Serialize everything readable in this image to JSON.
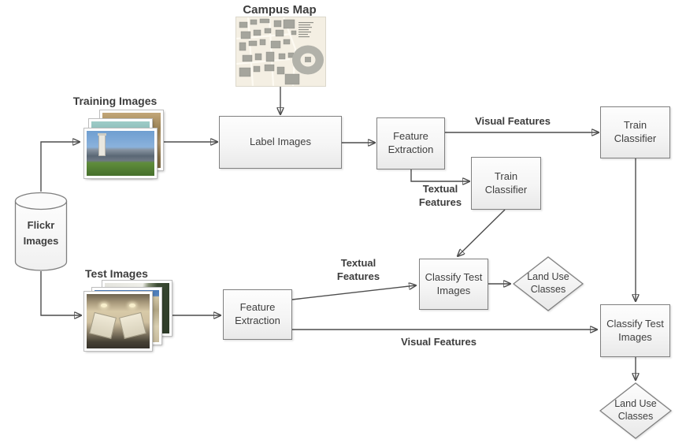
{
  "diagram": {
    "captions": {
      "campus_map": "Campus Map",
      "training_images": "Training Images",
      "test_images": "Test Images"
    },
    "nodes": {
      "flickr_images": {
        "line1": "Flickr",
        "line2": "Images"
      },
      "label_images": {
        "label": "Label Images"
      },
      "feature_extraction_top": {
        "line1": "Feature",
        "line2": "Extraction"
      },
      "train_classifier_top": {
        "line1": "Train",
        "line2": "Classifier"
      },
      "train_classifier_mid": {
        "line1": "Train",
        "line2": "Classifier"
      },
      "feature_extraction_bottom": {
        "line1": "Feature",
        "line2": "Extraction"
      },
      "classify_test_images_mid": {
        "line1": "Classify Test",
        "line2": "Images"
      },
      "classify_test_images_right": {
        "line1": "Classify Test",
        "line2": "Images"
      },
      "land_use_classes_mid": {
        "line1": "Land Use",
        "line2": "Classes"
      },
      "land_use_classes_bottom": {
        "line1": "Land Use",
        "line2": "Classes"
      }
    },
    "edge_labels": {
      "visual_features_top": "Visual Features",
      "visual_features_bottom": "Visual Features",
      "textual_features_top": {
        "line1": "Textual",
        "line2": "Features"
      },
      "textual_features_bottom": {
        "line1": "Textual",
        "line2": "Features"
      }
    },
    "colors": {
      "node_border": "#808080",
      "node_fill_top": "#fdfdfd",
      "node_fill_bottom": "#e9e9e9",
      "connector": "#4d4d4d",
      "text": "#3f3f3f",
      "map_background": "#f4efe3",
      "map_building": "#a5a59d",
      "page_background": "#ffffff"
    }
  }
}
